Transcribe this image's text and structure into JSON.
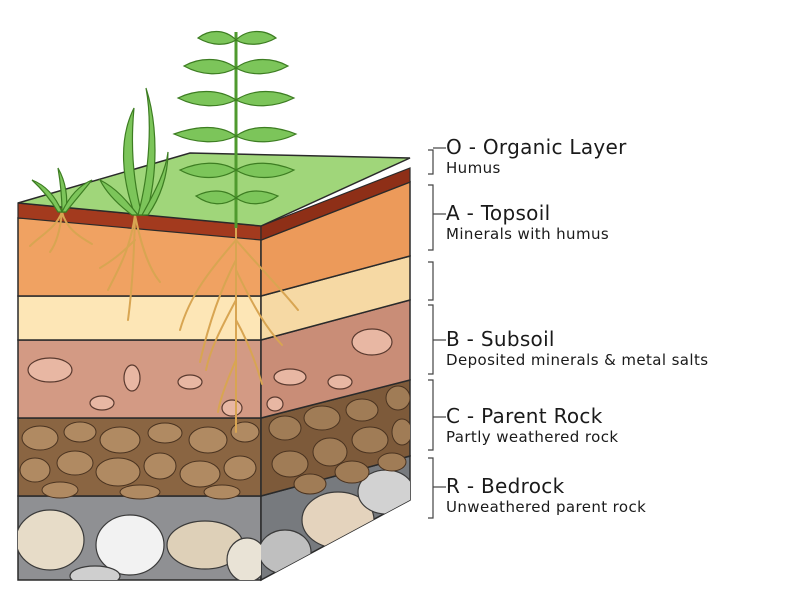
{
  "diagram": {
    "layers": [
      {
        "id": "O",
        "title": "O - Organic Layer",
        "description": "Humus",
        "color": "#a33a1e"
      },
      {
        "id": "A",
        "title": "A - Topsoil",
        "description": "Minerals with humus",
        "color": "#f0a262"
      },
      {
        "id": "E",
        "title": "",
        "description": "",
        "color": "#fde6b6"
      },
      {
        "id": "B",
        "title": "B - Subsoil",
        "description": "Deposited minerals & metal salts",
        "color": "#d39a84"
      },
      {
        "id": "C",
        "title": "C - Parent Rock",
        "description": "Partly weathered rock",
        "color": "#8a6542"
      },
      {
        "id": "R",
        "title": "R - Bedrock",
        "description": "Unweathered parent rock",
        "color": "#8f9093"
      }
    ],
    "colors": {
      "grass": "#a0d67a",
      "plant_stem": "#4f9a2e",
      "leaf": "#7cc55a",
      "root": "#d8a552",
      "outline": "#2a2a2a"
    }
  }
}
